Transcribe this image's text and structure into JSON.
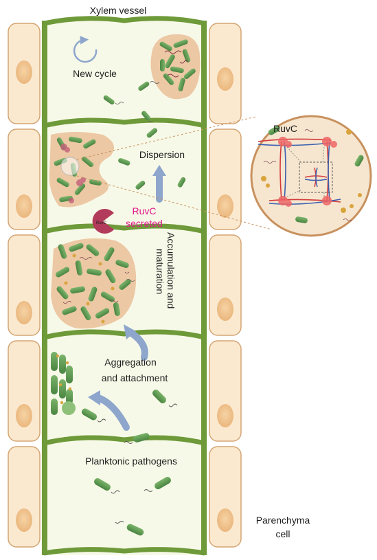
{
  "labels": {
    "xylem_vessel": "Xylem vessel",
    "new_cycle": "New cycle",
    "dispersion": "Dispersion",
    "ruvc_secreted_line1": "RuvC",
    "ruvc_secreted_line2": "secreted",
    "ruvc_zoom": "RuvC",
    "ruvc_protein_tag": "RuvC",
    "accumulation_line1": "Accumulation and",
    "accumulation_line2": "maturation",
    "aggregation_line1": "Aggregation",
    "aggregation_line2": "and attachment",
    "planktonic": "Planktonic pathogens",
    "parenchyma_line1": "Parenchyma",
    "parenchyma_line2": "cell"
  },
  "colors": {
    "cell_fill": "#f7f9e8",
    "cell_wall": "#6e9a3a",
    "parenchyma_fill": "#fbe9cf",
    "parenchyma_stroke": "#d4a574",
    "nucleus": "#f2c48f",
    "biofilm": "#ecc8a4",
    "bacterium": "#5e9c54",
    "arrow": "#8ea6cc",
    "ruvc_text": "#e0188a",
    "ruvc_protein": "#b23a5a",
    "dna_red": "#d33a3a",
    "dna_blue": "#3b5fb0",
    "zoom_circle": "#f6e6cf",
    "zoom_border": "#c8915e"
  },
  "icons": [
    "cycle-arrow-icon",
    "bacterium-icon",
    "ruvc-protein-icon",
    "holliday-junction-icon",
    "flow-arrow-icon"
  ]
}
